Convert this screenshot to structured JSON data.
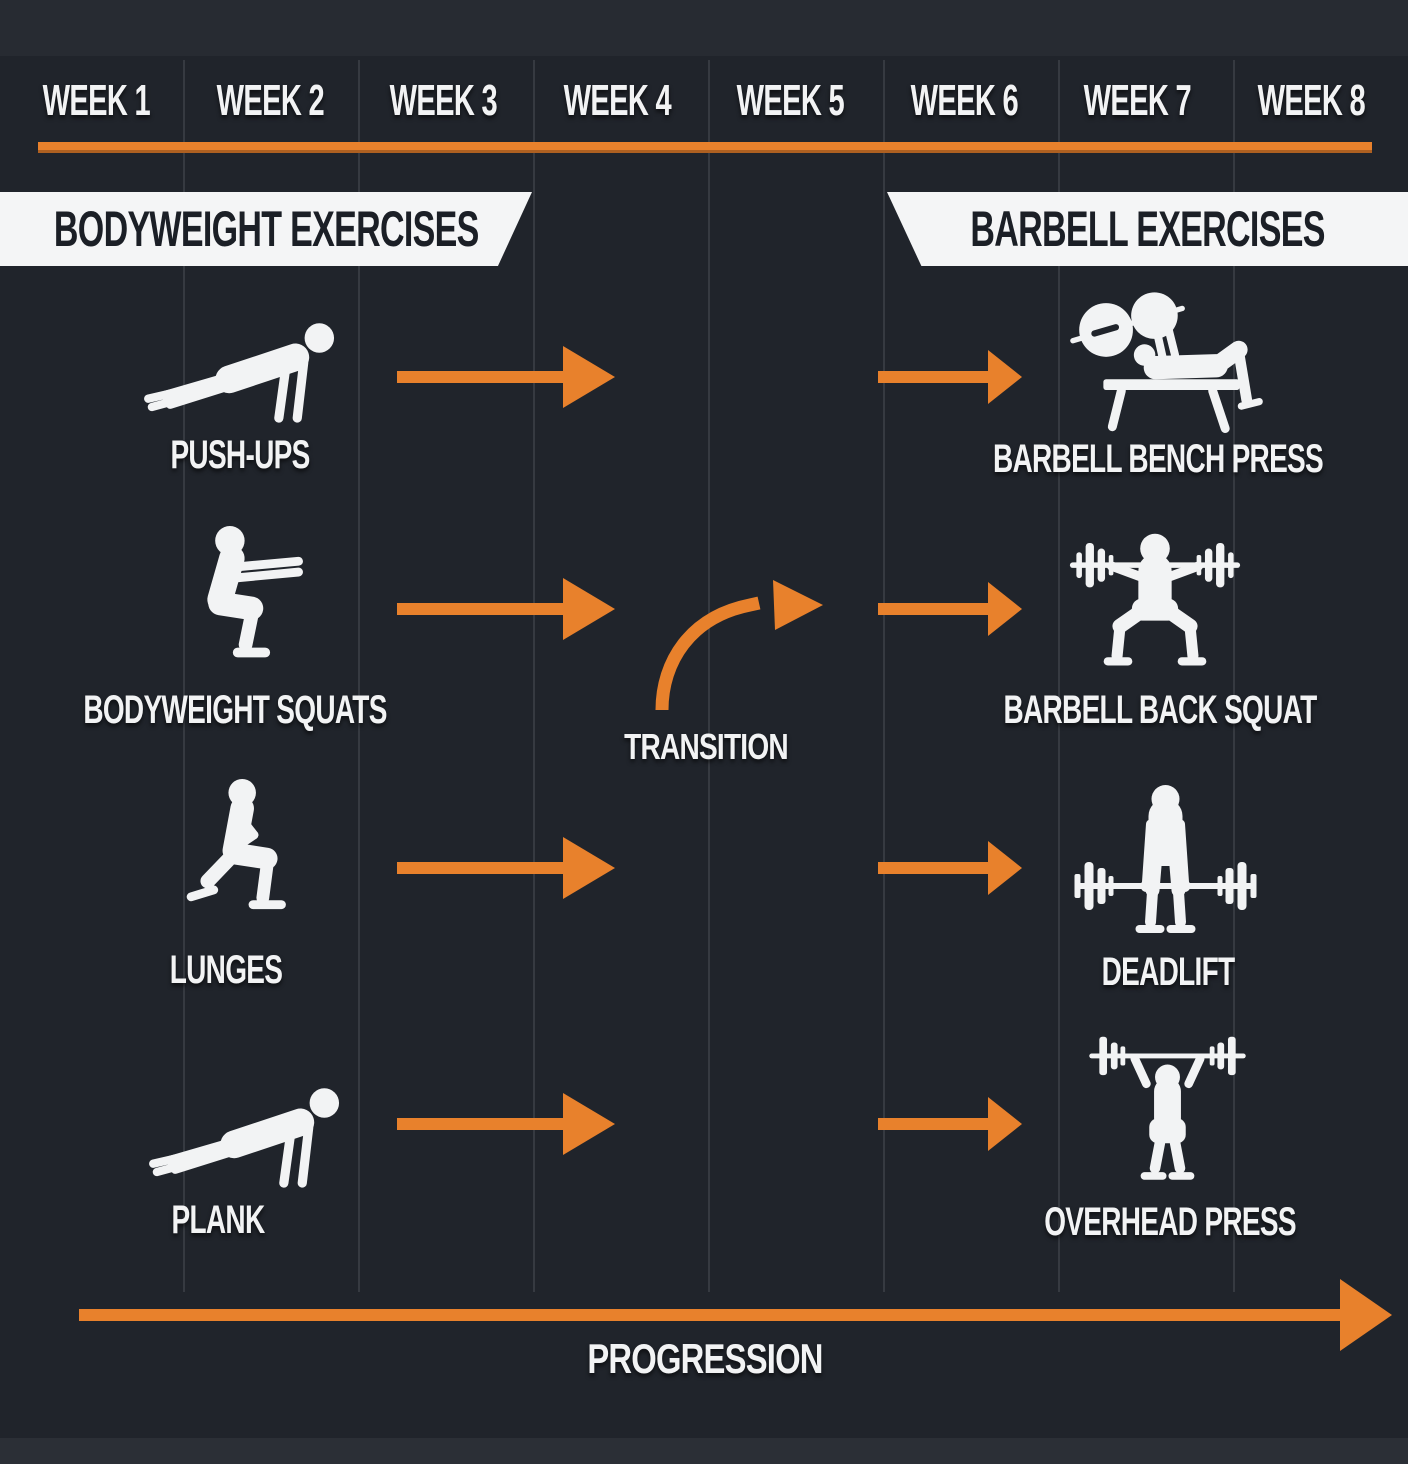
{
  "timeline": {
    "weeks": [
      "WEEK 1",
      "WEEK 2",
      "WEEK 3",
      "WEEK 4",
      "WEEK 5",
      "WEEK 6",
      "WEEK 7",
      "WEEK 8"
    ]
  },
  "sections": {
    "bodyweight": "BODYWEIGHT EXERCISES",
    "barbell": "BARBELL EXERCISES"
  },
  "rows": [
    {
      "left": {
        "label": "PUSH-UPS",
        "icon": "push-ups-icon"
      },
      "right": {
        "label": "BARBELL BENCH PRESS",
        "icon": "bench-press-icon"
      }
    },
    {
      "left": {
        "label": "BODYWEIGHT SQUATS",
        "icon": "bodyweight-squat-icon"
      },
      "right": {
        "label": "BARBELL BACK SQUAT",
        "icon": "back-squat-icon"
      }
    },
    {
      "left": {
        "label": "LUNGES",
        "icon": "lunge-icon"
      },
      "right": {
        "label": "DEADLIFT",
        "icon": "deadlift-icon"
      }
    },
    {
      "left": {
        "label": "PLANK",
        "icon": "plank-icon"
      },
      "right": {
        "label": "OVERHEAD PRESS",
        "icon": "overhead-press-icon"
      }
    }
  ],
  "annotations": {
    "transition": "TRANSITION",
    "progression": "PROGRESSION"
  },
  "colors": {
    "accent_orange": "#e8812c",
    "background": "#20242b",
    "banner_white": "#f4f5f6",
    "text_white": "#f2f3f4",
    "banner_text_dark": "#1b1f26",
    "gridline": "#3d424a"
  }
}
